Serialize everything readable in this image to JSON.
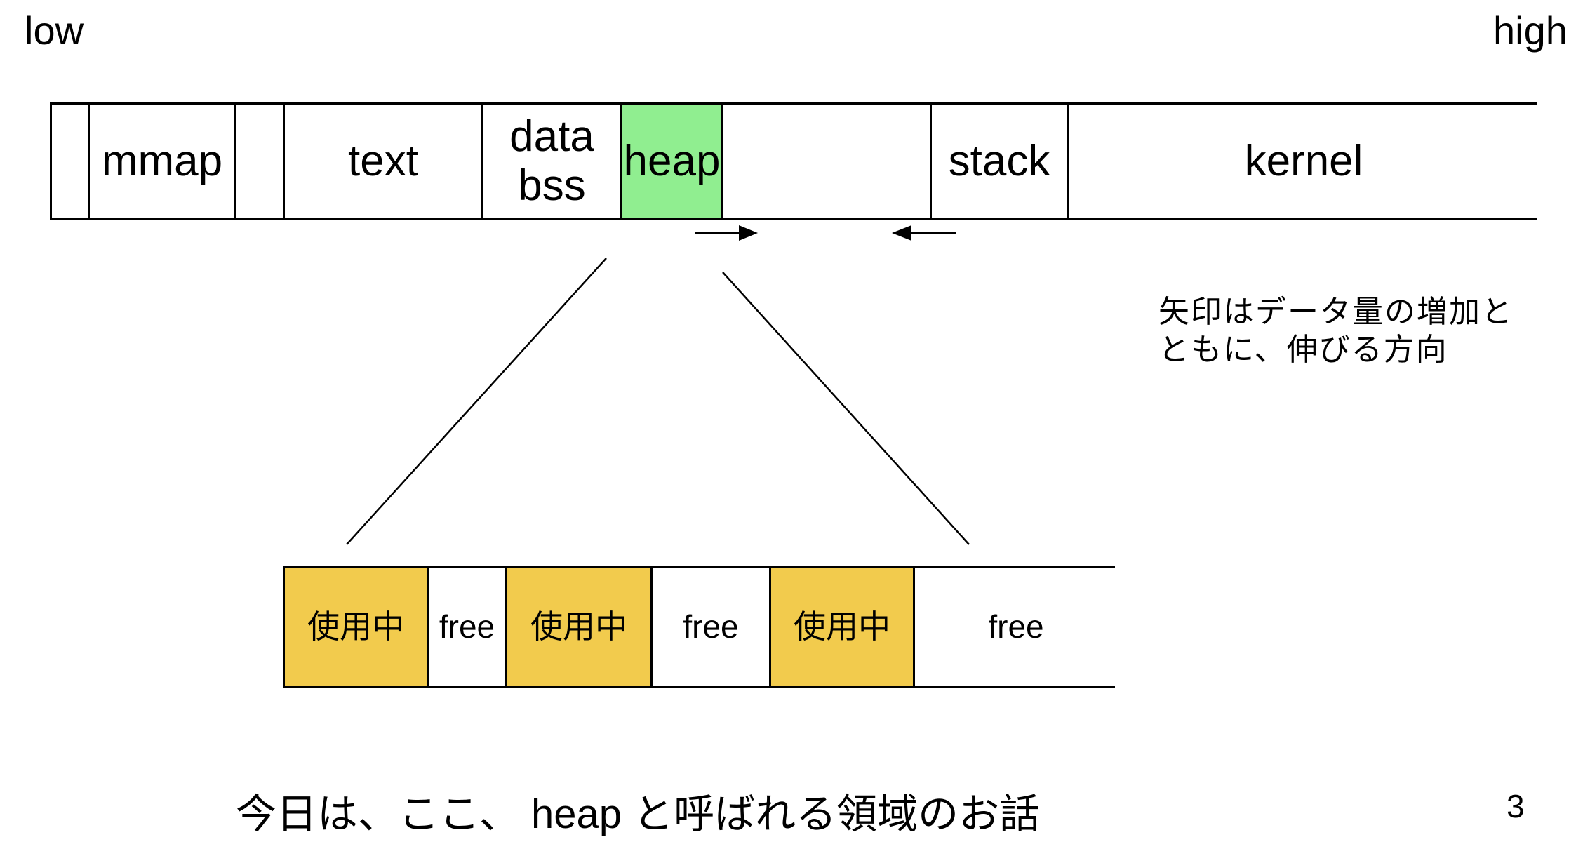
{
  "page": {
    "background": "#ffffff",
    "page_number": "3"
  },
  "address_labels": {
    "low": "low",
    "high": "high"
  },
  "memory_bar": {
    "segments": [
      {
        "label": "",
        "fill": "#ffffff"
      },
      {
        "label": "mmap",
        "fill": "#ffffff"
      },
      {
        "label": "",
        "fill": "#ffffff"
      },
      {
        "label": "text",
        "fill": "#ffffff"
      },
      {
        "label": "data\nbss",
        "fill": "#ffffff"
      },
      {
        "label": "heap",
        "fill": "#90ee90"
      },
      {
        "label": "",
        "fill": "#ffffff"
      },
      {
        "label": "stack",
        "fill": "#ffffff"
      },
      {
        "label": "kernel",
        "fill": "#ffffff"
      }
    ],
    "heap_fill": "#90ee90"
  },
  "growth_note": {
    "line1": "矢印はデータ量の増加と",
    "line2": "ともに、伸びる方向"
  },
  "heap_detail_bar": {
    "segments": [
      {
        "label": "使用中",
        "fill": "#f2cb4d"
      },
      {
        "label": "free",
        "fill": "#ffffff"
      },
      {
        "label": "使用中",
        "fill": "#f2cb4d"
      },
      {
        "label": "free",
        "fill": "#ffffff"
      },
      {
        "label": "使用中",
        "fill": "#f2cb4d"
      },
      {
        "label": "free",
        "fill": "#ffffff"
      }
    ],
    "used_fill": "#f2cb4d"
  },
  "caption": {
    "text": "今日は、ここ、 heap と呼ばれる領域のお話"
  }
}
